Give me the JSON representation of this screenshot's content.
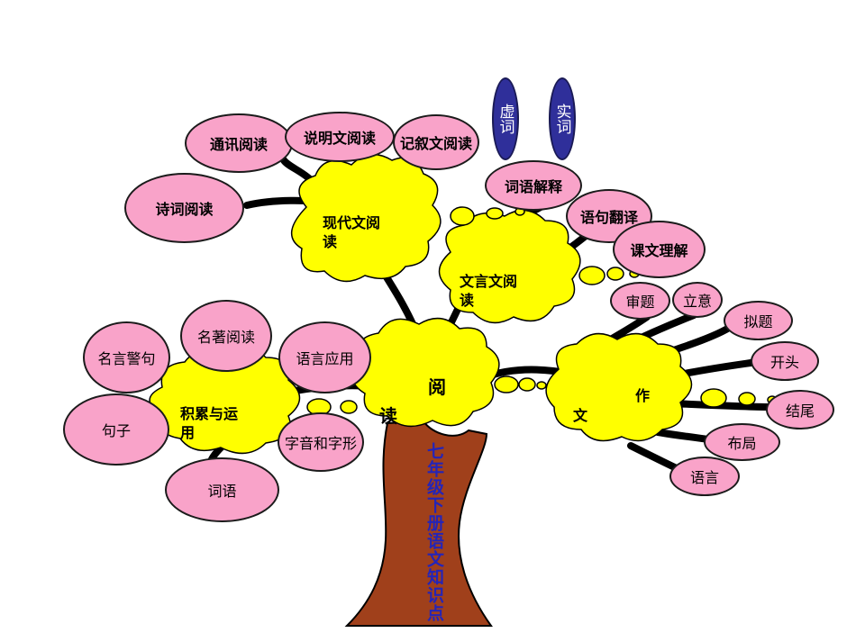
{
  "colors": {
    "pink": "#f9a3c9",
    "yellow": "#ffff00",
    "trunk": "#a0401b",
    "blue": "#2f2f9a",
    "title_text": "#2424b8"
  },
  "trunk_title": "七年级下册语文知识点",
  "center": {
    "char1": "阅",
    "char2": "读"
  },
  "reading": {
    "modern": {
      "label": "现代文阅\n读",
      "items": [
        "通讯阅读",
        "说明文阅读",
        "记叙文阅读",
        "诗词阅读"
      ]
    },
    "classical": {
      "label": "文言文阅\n读",
      "items": [
        "词语解释",
        "语句翻译",
        "课文理解"
      ],
      "sub": [
        "虚词",
        "实词"
      ]
    }
  },
  "accumulation": {
    "label": "积累与运\n用",
    "items": [
      "名言警句",
      "名著阅读",
      "语言应用",
      "句子",
      "字音和字形",
      "词语"
    ]
  },
  "writing": {
    "char1": "文",
    "char2": "作",
    "items": [
      "审题",
      "立意",
      "拟题",
      "开头",
      "结尾",
      "布局",
      "语言"
    ]
  }
}
